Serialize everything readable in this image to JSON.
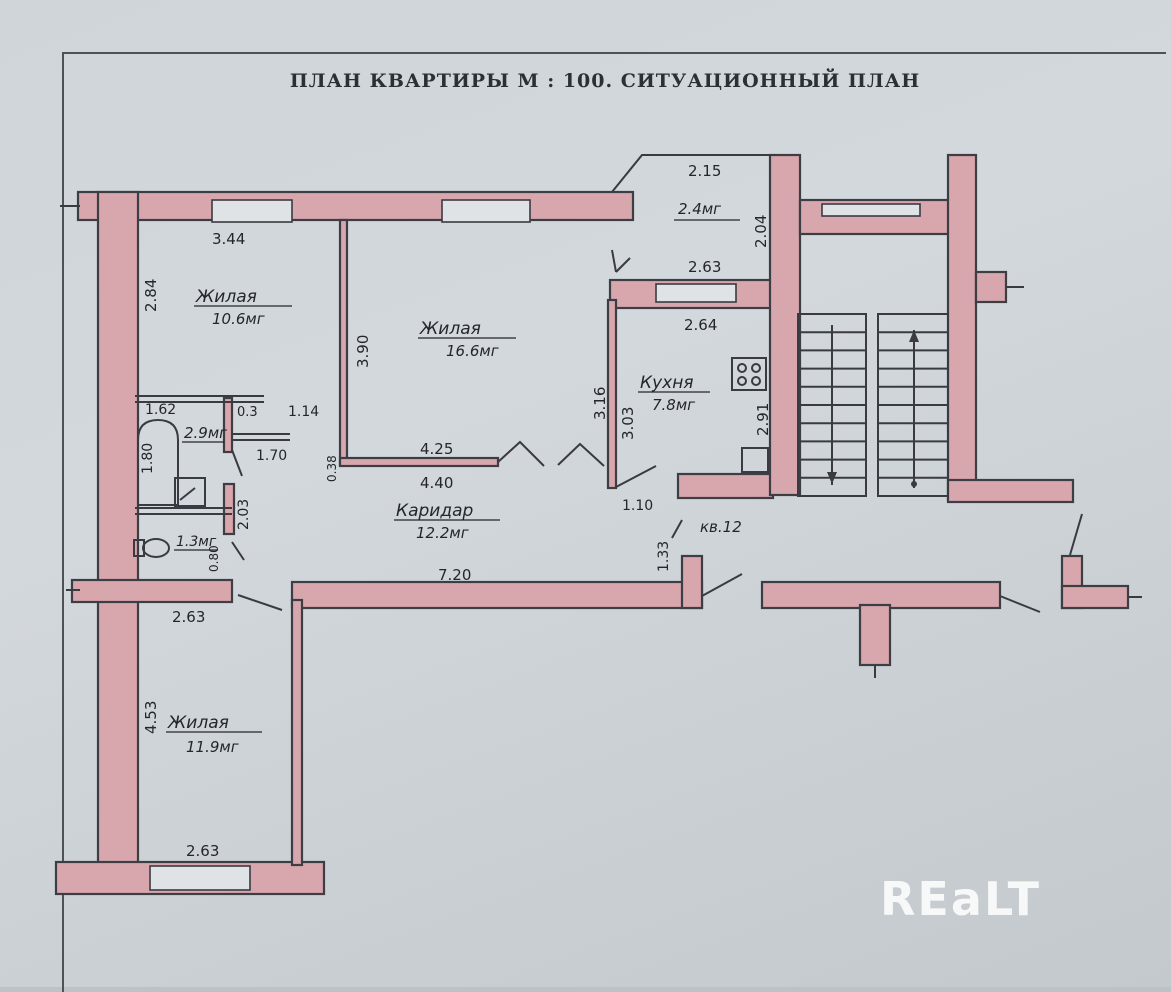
{
  "title": "ПЛАН КВАРТИРЫ М : 100. СИТУАЦИОННЫЙ ПЛАН",
  "rooms": {
    "living1": {
      "name": "Жилая",
      "area": "10.6мг"
    },
    "living2": {
      "name": "Жилая",
      "area": "16.6мг"
    },
    "kitchen": {
      "name": "Кухня",
      "area": "7.8мг"
    },
    "corridor": {
      "name": "Каридар",
      "area": "12.2мг"
    },
    "living3": {
      "name": "Жилая",
      "area": "11.9мг"
    },
    "balcony": {
      "area": "2.4мг"
    },
    "bath": {
      "area": "2.9мг"
    },
    "wc": {
      "area": "1.3мг"
    }
  },
  "dimensions": {
    "d_344": "3.44",
    "d_284": "2.84",
    "d_390": "3.90",
    "d_215": "2.15",
    "d_204": "2.04",
    "d_263_kitchen_top": "2.63",
    "d_264": "2.64",
    "d_316": "3.16",
    "d_303": "3.03",
    "d_291": "2.91",
    "d_162": "1.62",
    "d_03": "0.3",
    "d_114": "1.14",
    "d_180": "1.80",
    "d_170": "1.70",
    "d_038": "0.38",
    "d_425": "4.25",
    "d_440": "4.40",
    "d_110": "1.10",
    "d_133": "1.33",
    "d_203": "2.03",
    "d_080": "0.80",
    "d_720": "7.20",
    "d_263_left": "2.63",
    "d_453": "4.53",
    "d_263_bottom": "2.63"
  },
  "apartment_label": "кв.12",
  "watermark": "REaLT"
}
